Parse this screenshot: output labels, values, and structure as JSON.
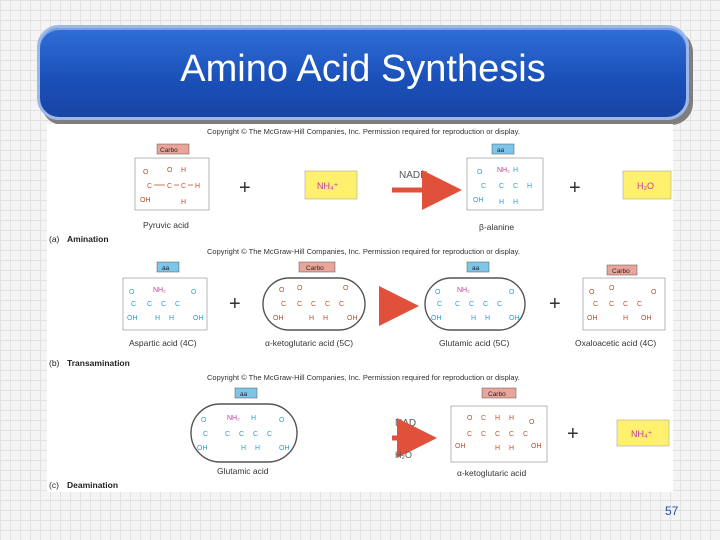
{
  "slide": {
    "title": "Amino Acid Synthesis",
    "number": "57"
  },
  "figure": {
    "copyright": "Copyright © The McGraw-Hill Companies, Inc. Permission required for reproduction or display.",
    "tag_carbo": "Carbo",
    "tag_aa": "aa",
    "plus": "+",
    "sections": {
      "a": {
        "letter": "(a)",
        "name": "Amination"
      },
      "b": {
        "letter": "(b)",
        "name": "Transamination"
      },
      "c": {
        "letter": "(c)",
        "name": "Deamination"
      }
    },
    "reagents": {
      "nh4": "NH₄⁺",
      "h2o": "H₂O",
      "nadh": "NADH",
      "nad": "NAD",
      "h2o_c": "H₂O"
    },
    "captions": {
      "pyruvic": "Pyruvic acid",
      "beta_alanine": "β-alanine",
      "aspartic": "Aspartic acid (4C)",
      "ketoglutaric_b": "α-ketoglutaric acid (5C)",
      "glutamic_b": "Glutamic acid (5C)",
      "oxaloacetic": "Oxaloacetic acid (4C)",
      "glutamic_c": "Glutamic acid",
      "ketoglutaric_c": "α-ketoglutaric acid"
    },
    "colors": {
      "carbo_fill": "#e9a59a",
      "aa_fill": "#7cc6ea",
      "reagent_fill": "#fff06e",
      "arrow": "#e0503a"
    }
  }
}
